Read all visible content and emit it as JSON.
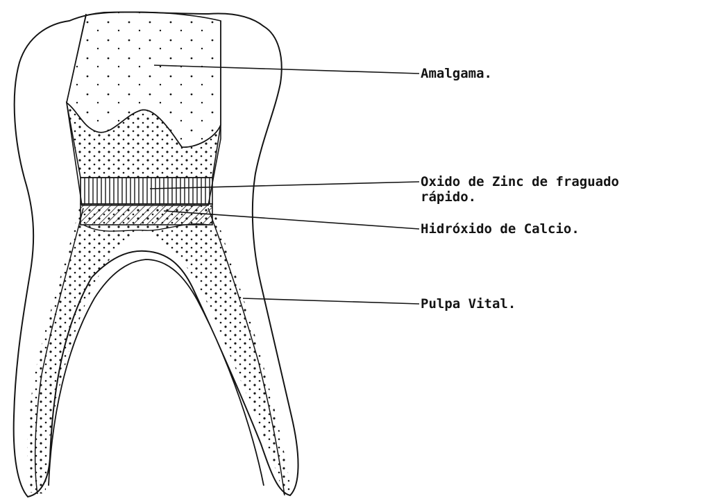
{
  "labels": {
    "amalgama": "Amalgama.",
    "oxido_line1": "Oxido de Zinc de fraguado",
    "oxido_line2": "rápido.",
    "hidroxido": "Hidróxido de Calcio.",
    "pulpa": "Pulpa Vital."
  },
  "colors": {
    "ink": "#141414",
    "paper": "#ffffff"
  }
}
